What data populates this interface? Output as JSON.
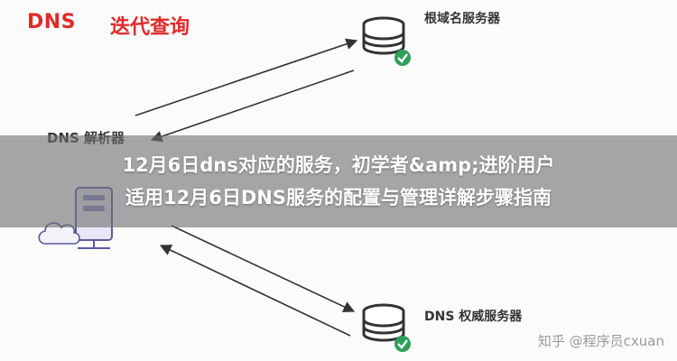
{
  "title": {
    "dns": "DNS",
    "query": "迭代查询"
  },
  "nodes": {
    "root": "根域名服务器",
    "resolver": "DNS 解析器",
    "authoritative": "DNS 权威服务器"
  },
  "banner": {
    "line1": "12月6日dns对应的服务，初学者&amp;进阶用户",
    "line2": "适用12月6日DNS服务的配置与管理详解步骤指南"
  },
  "watermark": "知乎 @程序员cxuan",
  "colors": {
    "title": "#e02a2a",
    "check": "#2e9e5b",
    "arrow": "#333333",
    "banner": "#707070"
  }
}
